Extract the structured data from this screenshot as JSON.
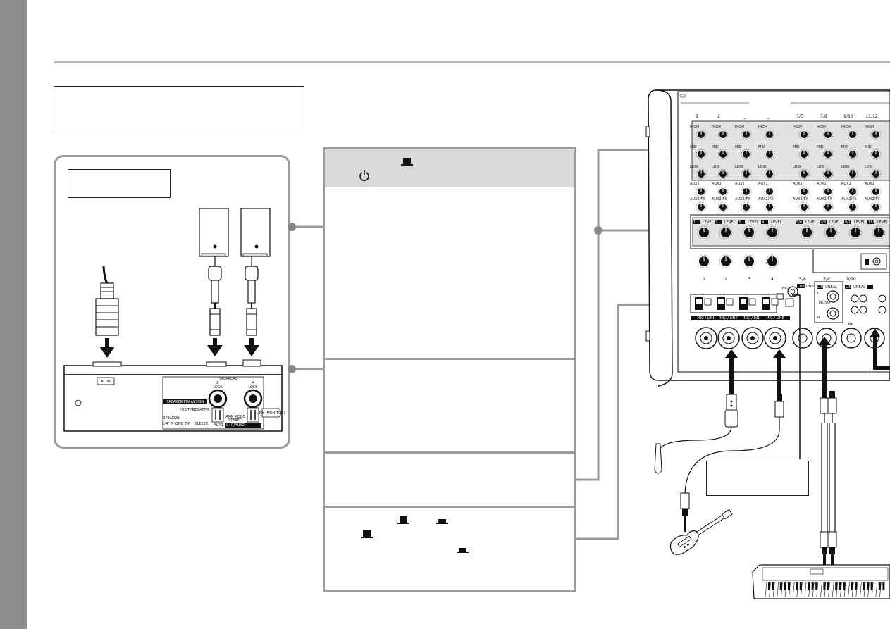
{
  "rear_panel": {
    "ac_in": "AC IN",
    "speakers": "SPEAKERS",
    "lock": "LOCK",
    "out_a": "A",
    "out_b": "B",
    "pin_assign": "SPEAKER PIN ASSIGN",
    "positive": "POSITIVE",
    "negative": "NEGATIVE",
    "speakon": "SPEAKON",
    "phone": "1/4\" PHONE",
    "tip": "TIP",
    "sleeve": "SLEEVE",
    "amp_mode": "AMP MODE",
    "stereo": "STEREO",
    "lr_aux": "L+R/AUX2",
    "aux1": "AUX1",
    "lr": "L+R",
    "link": "LINK (MONITOR)"
  },
  "mixer": {
    "channel_headers": [
      "1",
      "2",
      "3",
      "4",
      "5/6",
      "7/8",
      "9/10",
      "11/12"
    ],
    "eq_labels": [
      "HIGH",
      "MID",
      "LOW"
    ],
    "aux_labels": [
      "AUX1",
      "AUX2/FX"
    ],
    "level_label": "LEVEL",
    "level_channels": [
      "1",
      "2",
      "3",
      "4",
      "5/6",
      "7/8",
      "9/10",
      "11/12"
    ],
    "gain_channels": [
      "1",
      "2",
      "3",
      "4",
      "5/6",
      "7/8",
      "9/10"
    ],
    "input_label": "MIC / LINE",
    "mic_label": "MIC",
    "line_label": "LINE",
    "unbal": "UNBAL",
    "mono": "MONO",
    "left": "L",
    "right": "R",
    "hi_z": "HI-Z"
  },
  "colors": {
    "sidebar": "#8c8c8c",
    "rule": "#b7b7b7",
    "panel_border": "#9a9a9a",
    "header_fill": "#d9d9d9",
    "device": "#111111"
  },
  "icons": [
    "power-icon",
    "switch-up-icon",
    "switch-down-icon"
  ]
}
